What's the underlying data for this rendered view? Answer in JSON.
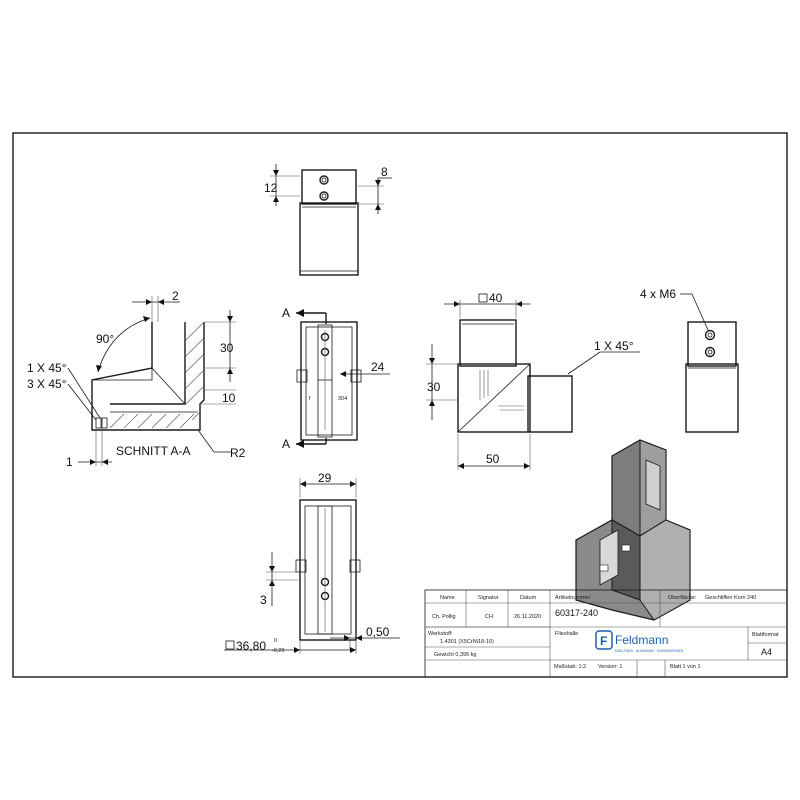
{
  "drawing": {
    "top_view": {
      "dim_12": "12",
      "dim_8": "8"
    },
    "section": {
      "dim_2": "2",
      "dim_90deg": "90°",
      "dim_30": "30",
      "dim_10": "10",
      "chamfer_1": "1 X 45°",
      "chamfer_3": "3 X 45°",
      "dim_1": "1",
      "label": "SCHNITT A-A",
      "radius": "R2"
    },
    "front_view": {
      "marker_top": "A",
      "marker_bottom": "A",
      "dim_24": "24",
      "stamp_f": "f",
      "stamp_304": "304"
    },
    "iso_view": {
      "dim_40": "40",
      "dim_30": "30",
      "dim_50": "50",
      "chamfer": "1 X 45°"
    },
    "right_view": {
      "thread": "4 x M6"
    },
    "bottom_view": {
      "dim_29": "29",
      "dim_3": "3",
      "dim_050": "0,50",
      "dim_3680": "36,80",
      "tol_upper": "0",
      "tol_lower": "-0,20"
    }
  },
  "title_block": {
    "h_name": "Name",
    "h_signatur": "Signatur",
    "h_datum": "Datum",
    "h_artikel": "Artikelnummer",
    "h_oberflaeche": "Oberfläche:",
    "oberflaeche_value": "Geschliffen Korn 240",
    "name": "Ch. Pollig",
    "signatur": "CH",
    "datum": "26.11.2020",
    "artikel": "60317-240",
    "werkstoff_label": "Werkstoff:",
    "werkstoff_value": "1.4301 (X5CrNi18-10)",
    "gewicht": "Gewicht 0,395 kg",
    "benennung_label": "Flieshalle",
    "logo_text": "Feldmann",
    "logo_sub": "EDELSTAHL · ALUMINIUM · SCHMIEDEEISEN",
    "blattformat_label": "Blattformat",
    "blattformat_value": "A4",
    "massstab": "Maßstab: 1:2",
    "version": "Version: 1",
    "blatt": "Blatt 1 von 1"
  }
}
